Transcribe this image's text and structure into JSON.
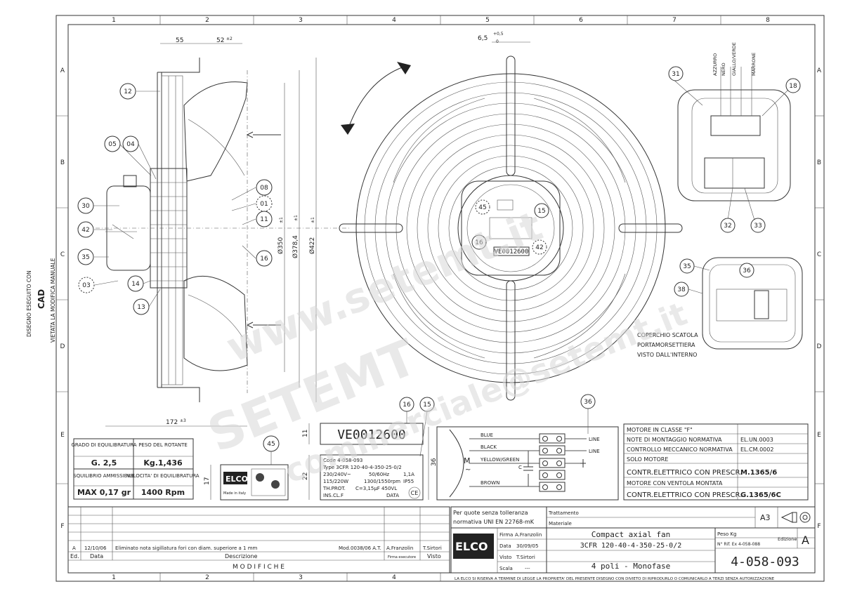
{
  "grid": {
    "columns": [
      "1",
      "2",
      "3",
      "4",
      "5",
      "6",
      "7",
      "8"
    ],
    "rows": [
      "A",
      "B",
      "C",
      "D",
      "E",
      "F"
    ]
  },
  "side_note": {
    "line1": "DISEGNO ESEGUITO CON",
    "line2": "CAD",
    "line3": "VIETATA LA MODIFICA MANUALE"
  },
  "dimensions": {
    "d55": "55",
    "d52": "52",
    "d52_tol": "±2",
    "d6_5": "6,5",
    "d6_5_tol_up": "+0,5",
    "d6_5_tol_dn": "0",
    "d172": "172",
    "d172_tol": "±3",
    "d350": "Ø350",
    "d350_tol": "±1",
    "d378": "Ø378,4",
    "d378_tol": "±1",
    "d422": "Ø422",
    "d422_tol": "±1",
    "d11": "11",
    "d22": "22",
    "d17": "17",
    "d36": "36"
  },
  "callouts": {
    "c12": "12",
    "c05": "05",
    "c04": "04",
    "c30": "30",
    "c42": "42",
    "c35": "35",
    "c03": "03",
    "c14": "14",
    "c13": "13",
    "c08": "08",
    "c01": "01",
    "c11": "11",
    "c16": "16",
    "c31": "31",
    "c18": "18",
    "c32": "32",
    "c33": "33",
    "c36": "36",
    "c38": "38",
    "c45": "45",
    "c15": "15",
    "c45b": "45",
    "c15b": "15",
    "c16b": "16",
    "c42b": "42",
    "c36b": "36"
  },
  "wire_colors": [
    "AZZURRO",
    "NERO",
    "GIALLO/VERDE",
    "MARRONE"
  ],
  "cover_note": {
    "line1": "COPERCHIO SCATOLA",
    "line2": "PORTAMORSETTIERA",
    "line3": "VISTO DALL'INTERNO"
  },
  "center_label": "VE0012600",
  "label_box": "VE0012600",
  "rating_plate": {
    "code": "Code 4-058-093",
    "type": "Type 3CFR 120-40-4-350-25-0/2",
    "row1_a": "230/240V~",
    "row1_b": "50/60Hz",
    "row1_c": "1,1A",
    "row2_a": "115/220W",
    "row2_b": "1300/1550rpm",
    "row2_c": "IP55",
    "row3_a": "TH.PROT.",
    "row3_b": "C=3,15µF 450VL",
    "row4_a": "INS.CL.F",
    "row4_b": "DATA"
  },
  "balance_table": {
    "h1": "GRADO DI EQUILIBRATURA",
    "h2": "PESO DEL ROTANTE",
    "v1": "G. 2,5",
    "v2": "Kg.1,436",
    "h3": "SQUILIBRIO AMMISSIBILE",
    "h4": "VELOCITA' DI EQUILIBRATURA",
    "v3": "MAX 0,17 gr",
    "v4": "1400 Rpm"
  },
  "logo_label": {
    "brand": "ELCO",
    "made": "Made in italy"
  },
  "wiring": {
    "blue": "BLUE",
    "black": "BLACK",
    "yellow_green": "YELLOW/GREEN",
    "brown": "BROWN",
    "line1": "LINE",
    "line2": "LINE",
    "motor": "M",
    "motor_sub": "~",
    "cap": "C"
  },
  "notes_table": [
    {
      "label": "MOTORE IN CLASSE \"F\"",
      "value": ""
    },
    {
      "label": "NOTE DI MONTAGGIO NORMATIVA",
      "value": "EL.UN.0003"
    },
    {
      "label": "CONTROLLO MECCANICO NORMATIVA",
      "value": "EL.CM.0002"
    },
    {
      "label": "SOLO MOTORE",
      "value": ""
    },
    {
      "label": "CONTR.ELETTRICO CON PRESCR.",
      "value": "M.1365/6"
    },
    {
      "label": "MOTORE CON VENTOLA MONTATA",
      "value": ""
    },
    {
      "label": "CONTR.ELETTRICO CON PRESCR.",
      "value": "G.1365/6C"
    }
  ],
  "revisions": {
    "rev_a": "A",
    "date_a": "12/10/06",
    "desc_a": "Eliminato nota sigillatura fori con diam. superiore a 1 mm",
    "ref_a": "Mod.0038/06 A.T.",
    "sign_a": "A.Franzolin",
    "visto_a": "T.Sirtori",
    "col_ed": "Ed.",
    "col_data": "Data",
    "col_desc": "Descrizione",
    "col_firma": "Firma esecutore",
    "col_visto": "Visto",
    "footer": "M O D I F I C H E"
  },
  "title_block": {
    "tol_line1": "Per quote senza tolleranza",
    "tol_line2": "normativa UNI EN 22768-mK",
    "trattamento": "Trattamento",
    "materiale": "Materiale",
    "format": "A3",
    "firma_label": "Firma",
    "firma": "A.Franzolin",
    "data_label": "Data",
    "data": "30/09/05",
    "visto_label": "Visto",
    "visto": "T.Sirtori",
    "scala_label": "Scala",
    "scala": "---",
    "title": "Compact axial fan",
    "model": "3CFR 120-40-4-350-25-0/2",
    "subtitle": "4 poli - Monofase",
    "peso_label": "Peso Kg",
    "rif": "N° Rif. Ex 4-058-088",
    "edizione_label": "Edizione",
    "edizione": "A",
    "drawing_no": "4-058-093",
    "brand": "ELCO"
  },
  "copyright": "LA ELCO SI RISERVA A TERMINE DI LEGGE LA PROPRIETA' DEL PRESENTE DISEGNO CON DIVIETO DI RIPRODURLO O COMUNICARLO A TERZI SENZA AUTORIZZAZIONE",
  "watermark": {
    "line1": "www.setemt.it",
    "line2": "SETEMT",
    "line3": "commerciale@setemt.it"
  }
}
